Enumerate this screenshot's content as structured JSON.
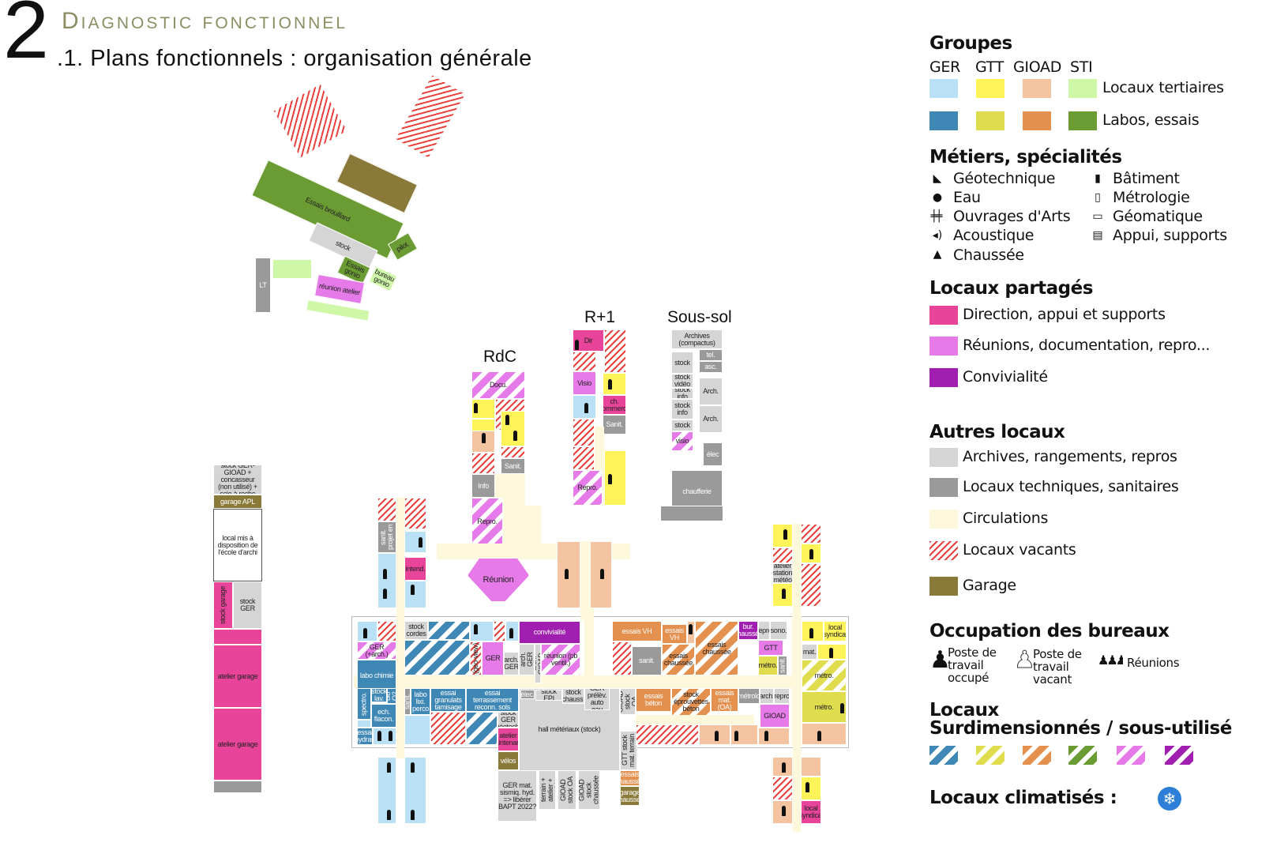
{
  "header": {
    "number": "2",
    "section": "Diagnostic fonctionnel",
    "title": ".1. Plans fonctionnels : organisation générale"
  },
  "levels": {
    "rdc": "RdC",
    "r1": "R+1",
    "ss": "Sous-sol"
  },
  "plan": {
    "labels": {
      "essais_brouillard": "Essais brouillard",
      "stock_top": "stock",
      "lt": "LT",
      "essais_gonio": "Essais gonio",
      "bureau_gonio": "bureau gonio",
      "pilot": "pilot.",
      "reunion_atelier": "réunion atelier",
      "stock_ger_gioad": "stock GER-GIOAD + concasseur (non utilisé) + scie à roche",
      "garage_apl": "garage APL",
      "local_archi": "local mis à disposition de l'école d'archi",
      "stock_garage": "stock garage",
      "stock_ger_left": "stock GER",
      "atelier_garage1": "atelier garage",
      "atelier_garage2": "atelier garage",
      "docu": "Docu.",
      "info": "Info",
      "repro_rdc": "Repro.",
      "sanit_rdc": "Sanit.",
      "reunion_rdc": "Réunion",
      "dir": "Dir",
      "visio_r1": "Visio",
      "ch_commerce": "ch. commerce",
      "sanit_r1": "Sanit.",
      "repro_r1": "Repro.",
      "archives_compactus": "Archives (compactus)",
      "stock_ss": "stock",
      "tel": "tel.",
      "asc": "asc.",
      "stock_video": "stock vidéo",
      "stock_info": "stock info",
      "arch_ss1": "Arch.",
      "stock_info2": "stock info",
      "arch_ss2": "Arch.",
      "stock_ss2": "stock",
      "visio_ss": "visio",
      "elec": "élec",
      "chaufferie": "chaufferie",
      "vest_sanit": "vest. sanit. projet en cours",
      "intend": "intend.",
      "atelier_meteo": "atelier station météo",
      "ger_arch": "GER (+arch.)",
      "labo_chimie": "labo chimie",
      "stock_cordes": "stock cordes",
      "geo_view": "(géo-view)",
      "ger_reu": "GER",
      "arch_ger1": "arch. GER",
      "arch_ger2": "arch. GER",
      "arch_gioad": "arch. GIOAD",
      "convivialite": "convivialité",
      "reunion_ventil": "réunion (pb ventil.)",
      "essais_vh1": "essais VH",
      "essais_vh2": "essais VH",
      "sanit_main": "sanit.",
      "essais_chaussee1": "essais chaussée",
      "essais_chaussee2": "essais chaussée",
      "bur_chaussee": "bur. chaussée",
      "repro_main": "repro",
      "sono": "sono.",
      "gtt": "GTT",
      "metro1": "métro.",
      "sanit_r": "sanit.",
      "local_syndical1": "local syndical",
      "mat": "mat.",
      "metro2": "métro.",
      "spectro": "spectro.",
      "stock_lav": "stock lav.",
      "bio_o2": "bio O2",
      "ech_flacon": "ech. flacon.",
      "essai_hydrau": "essai hydrau",
      "sanit_b": "sanit.",
      "labo_lixi": "labo lixi. perco",
      "essai_granulats": "essai granulats tamisage",
      "essai_terrassement": "essai terrassement reconn. sols",
      "stock_ger_geotech": "stock GER géotech.",
      "atelier_maintenance": "atelier maintenance",
      "velos": "vélos",
      "hall": "hall métériaux (stock)",
      "elec_hall": "élec.",
      "stock_epi": "stock EPI",
      "stock_chauss": "stock chauss.",
      "stock_ger_prelev": "stock GER prélèv. auto eau sale",
      "gioad_stock_oa": "GIOAD stock OA",
      "gtt_stock_mat": "GTT stock mat. terrain",
      "essais_chaussee3": "essais chaussée",
      "garage_chaussee": "garage chaussée",
      "ger_mat_sismiq": "GER mat. sismiq. hyd. => libérer BAPT 2022?",
      "ger_mat_terrain": "GER mat terrain + atelier + combis",
      "gioad_stock_oa2": "GIOAD stock OA",
      "gioad_stock_chaussee": "GIOAD stock chaussée",
      "essais_beton": "essais béton",
      "stock_eprouvettes": "stock éprouvettes béton",
      "essais_mat_oa": "essais mat. (OA)",
      "metrolo": "métrolo",
      "arch_b": "arch.",
      "repro_b": "repro",
      "gioad_reu": "GIOAD",
      "metro3": "métro.",
      "local_syndical2": "local syndical"
    }
  },
  "legend": {
    "groupes": {
      "title": "Groupes",
      "columns": [
        "GER",
        "GTT",
        "GIOAD",
        "STI"
      ],
      "rows": [
        "Locaux tertiaires",
        "Labos, essais"
      ],
      "colors": {
        "tertiaires": [
          "#b9e0f5",
          "#fff35a",
          "#f4c39f",
          "#cff7a8"
        ],
        "labos": [
          "#3f87b5",
          "#dfdc4e",
          "#e4904f",
          "#6b9c34"
        ]
      }
    },
    "metiers": {
      "title": "Métiers, spécialités",
      "items": [
        "Géotechnique",
        "Eau",
        "Ouvrages d'Arts",
        "Acoustique",
        "Chaussée",
        "Bâtiment",
        "Métrologie",
        "Géomatique",
        "Appui, supports"
      ]
    },
    "partages": {
      "title": "Locaux partagés",
      "items": [
        "Direction, appui et supports",
        "Réunions, documentation, repro...",
        "Convivialité"
      ]
    },
    "autres": {
      "title": "Autres locaux",
      "items": [
        "Archives, rangements, repros",
        "Locaux techniques, sanitaires",
        "Circulations",
        "Locaux vacants",
        "Garage"
      ]
    },
    "occupation": {
      "title": "Occupation des bureaux",
      "items": [
        "Poste de travail occupé",
        "Poste de travail vacant",
        "Réunions"
      ]
    },
    "surdim": {
      "title_line1": "Locaux",
      "title_line2": "Surdimensionnés / sous-utilisé"
    },
    "clim": {
      "title": "Locaux climatisés :"
    }
  }
}
